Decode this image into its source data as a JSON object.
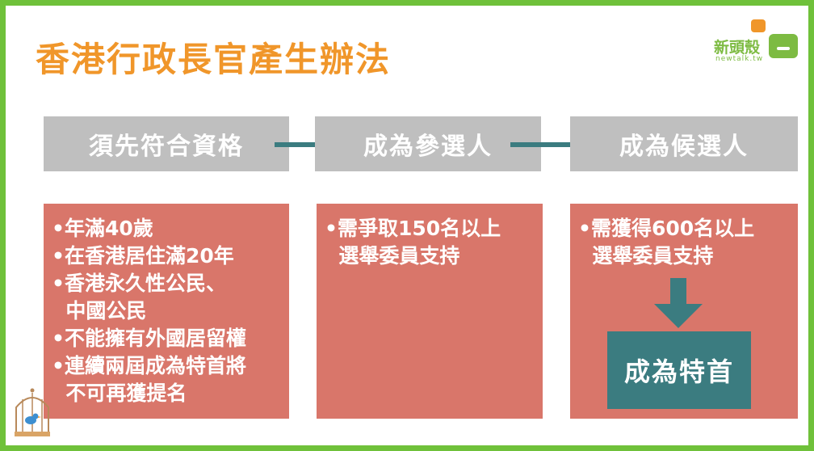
{
  "title": "香港行政長官產生辦法",
  "logo": {
    "name": "新頭殼",
    "url_text": "newtalk.tw"
  },
  "steps": [
    {
      "label": "須先符合資格"
    },
    {
      "label": "成為參選人"
    },
    {
      "label": "成為候選人"
    }
  ],
  "panels": {
    "qualifications": [
      "•年滿40歲",
      "•在香港居住滿20年",
      "•香港永久性公民、",
      "  中國公民",
      "•不能擁有外國居留權",
      "•連續兩屆成為特首將",
      "  不可再獲提名"
    ],
    "nominee": [
      "•需爭取150名以上",
      "  選舉委員支持"
    ],
    "candidate": [
      "•需獲得600名以上",
      "  選舉委員支持"
    ]
  },
  "final": {
    "label": "成為特首"
  },
  "colors": {
    "border": "#6fc13a",
    "title": "#f0962a",
    "step_bg": "#bfbfbf",
    "panel_bg": "#d9766a",
    "accent": "#3b7c80"
  }
}
